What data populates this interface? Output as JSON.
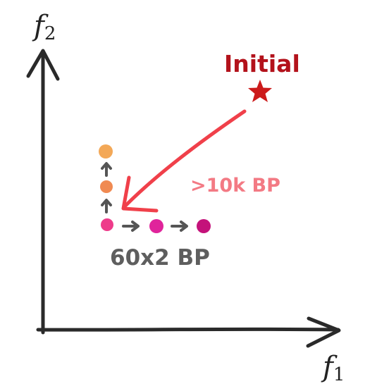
{
  "axes": {
    "y_label": "f",
    "y_sub": "2",
    "x_label": "f",
    "x_sub": "1"
  },
  "annotations": {
    "initial": "Initial",
    "long_path_cost": ">10k BP",
    "short_path_cost": "60x2 BP"
  },
  "colors": {
    "axis": "#2a2a2a",
    "initial_star": "#cc1b1b",
    "initial_text": "#b3121b",
    "long_arrow": "#f0404a",
    "long_text": "#f37a84",
    "short_text": "#5e5e5e",
    "step_arrow": "#555555",
    "point_corner": "#ee3b8a",
    "point_up_1": "#f08a52",
    "point_up_2": "#f3a857",
    "point_right_1": "#e0249b",
    "point_right_2": "#c4127a"
  },
  "icons": {
    "initial_marker": "star-icon"
  }
}
